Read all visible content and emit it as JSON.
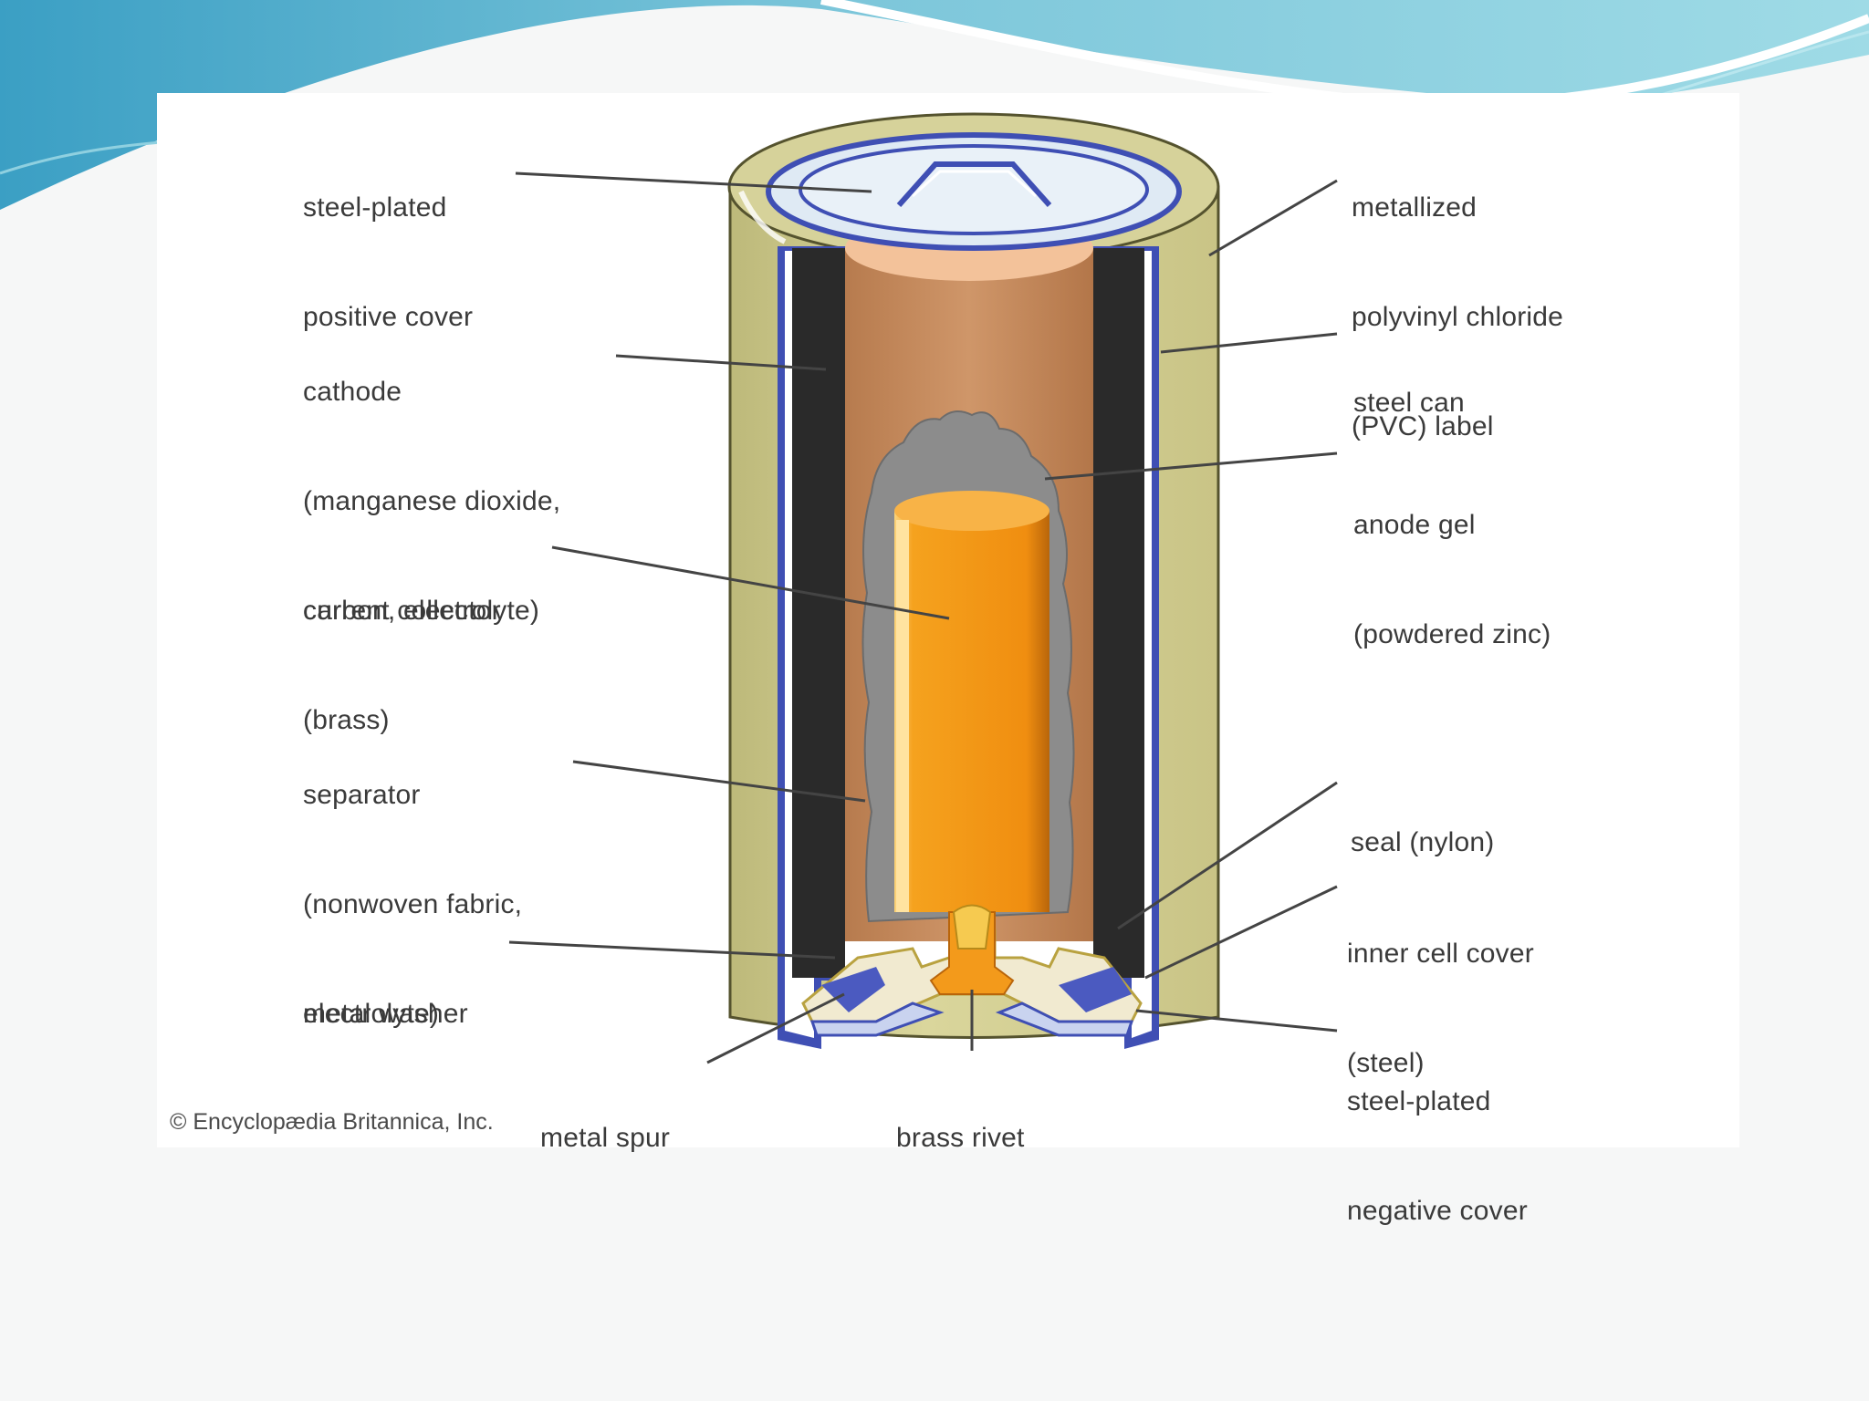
{
  "diagram": {
    "labels": {
      "positive_cover": [
        "steel-plated",
        "positive cover"
      ],
      "pvc_label": [
        "metallized",
        "polyvinyl chloride",
        "(PVC) label"
      ],
      "cathode": [
        "cathode",
        "(manganese dioxide,",
        "carbon, electrolyte)"
      ],
      "steel_can": [
        "steel can"
      ],
      "anode_gel": [
        "anode gel",
        "(powdered zinc)"
      ],
      "current_collector": [
        "current collector",
        "(brass)"
      ],
      "separator": [
        "separator",
        "(nonwoven fabric,",
        "electrolyte)"
      ],
      "seal": [
        "seal (nylon)"
      ],
      "inner_cell_cover": [
        "inner cell cover",
        "(steel)"
      ],
      "metal_washer": [
        "metal washer"
      ],
      "metal_spur": [
        "metal spur"
      ],
      "brass_rivet": [
        "brass rivet"
      ],
      "negative_cover": [
        "steel-plated",
        "negative cover"
      ]
    },
    "credit": "© Encyclopædia Britannica, Inc."
  },
  "colors": {
    "slide_wave_dark": "#3fa3c6",
    "slide_wave_light": "#a6dde8",
    "pvc_label": "#cfcb8e",
    "steel_can": "#3f4fb4",
    "cathode": "#2a2a2a",
    "separator": "#c48a5c",
    "anode_gel": "#8c8c8c",
    "collector": "#f39a1b",
    "leader_line": "#444444"
  }
}
